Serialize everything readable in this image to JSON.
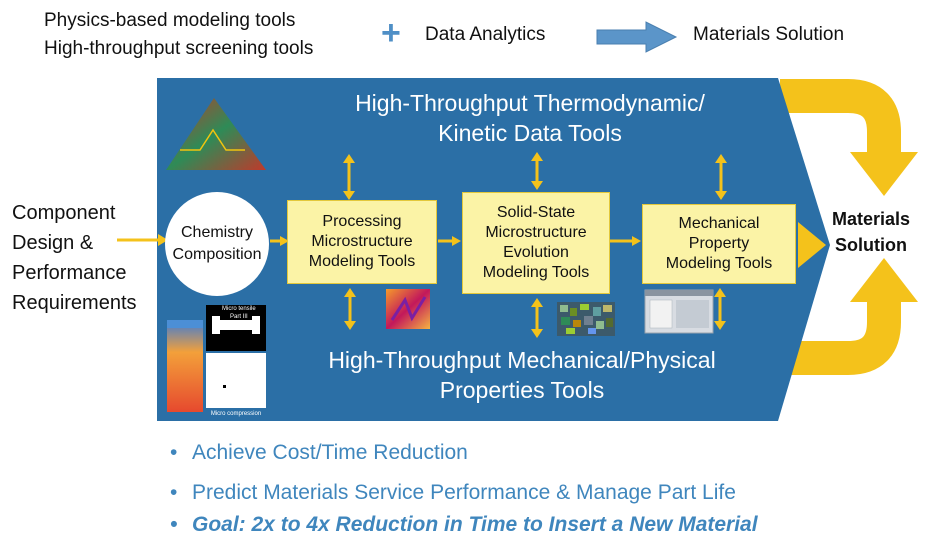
{
  "top": {
    "line1": "Physics-based modeling tools",
    "line2": "High-throughput screening tools",
    "plus": "+",
    "analytics": "Data Analytics",
    "solution": "Materials Solution"
  },
  "left_label": [
    "Component",
    "Design &",
    "Performance",
    "Requirements"
  ],
  "panel": {
    "top_title": [
      "High-Throughput Thermodynamic/",
      "Kinetic Data Tools"
    ],
    "bottom_title": [
      "High-Throughput Mechanical/Physical",
      "Properties Tools"
    ],
    "circle": [
      "Chemistry",
      "Composition"
    ],
    "boxes": [
      [
        "Processing",
        "Microstructure",
        "Modeling Tools"
      ],
      [
        "Solid-State",
        "Microstructure",
        "Evolution",
        "Modeling Tools"
      ],
      [
        "Mechanical",
        "Property",
        "Modeling Tools"
      ]
    ],
    "thumb_labels": {
      "tensile": "Micro tensile",
      "part": "Part III",
      "compression": "Micro compression"
    }
  },
  "right_label": [
    "Materials",
    "Solution"
  ],
  "bullets": [
    {
      "text": "Achieve Cost/Time Reduction",
      "italic": false
    },
    {
      "text": "Predict Materials Service Performance & Manage Part Life",
      "italic": false
    },
    {
      "text": "Goal: 2x to 4x Reduction in Time to Insert a New Material",
      "italic": true
    }
  ],
  "colors": {
    "panel": "#2b6fa6",
    "box_fill": "#fbf3a6",
    "arrow_yellow": "#f4c21b",
    "accent_blue": "#3f86bd"
  }
}
